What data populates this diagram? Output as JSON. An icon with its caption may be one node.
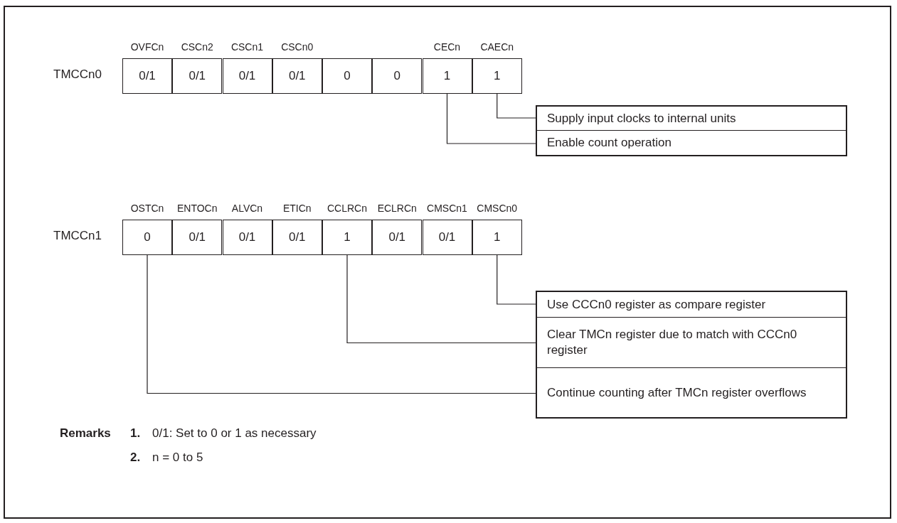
{
  "diagram": {
    "nodes": [
      {
        "text": [
          "OVFCn",
          "0/1"
        ]
      },
      {
        "text": [
          "CSCn2",
          "0/1"
        ]
      },
      {
        "text": [
          "CSCn1",
          "0/1"
        ]
      },
      {
        "text": [
          "CSCn0",
          "0/1"
        ]
      },
      {
        "text": [
          "0"
        ]
      },
      {
        "text": [
          "0"
        ]
      },
      {
        "text": [
          "CECn",
          "1"
        ]
      },
      {
        "text": [
          "CAECn",
          "1"
        ]
      },
      {
        "text": [
          "Supply input clocks to internal units"
        ]
      },
      {
        "text": [
          "Enable count operation"
        ]
      },
      {
        "text": [
          "OSTCn",
          "0"
        ]
      },
      {
        "text": [
          "ENTOCn",
          "0/1"
        ]
      },
      {
        "text": [
          "ALVCn",
          "0/1"
        ]
      },
      {
        "text": [
          "ETICn",
          "0/1"
        ]
      },
      {
        "text": [
          "CCLRCn",
          "1"
        ]
      },
      {
        "text": [
          "ECLRCn",
          "0/1"
        ]
      },
      {
        "text": [
          "CMSCn1",
          "0/1"
        ]
      },
      {
        "text": [
          "CMSCn0",
          "1"
        ]
      },
      {
        "text": [
          "Use CCCn0 register as compare register"
        ]
      },
      {
        "text": [
          "Clear TMCn register due to match with CCCn0 register"
        ]
      },
      {
        "text": [
          "Continue counting after TMCn register overflows"
        ]
      }
    ],
    "edges": [
      {
        "from": 7,
        "to": 8,
        "arrow": "none"
      },
      {
        "from": 6,
        "to": 9,
        "arrow": "none"
      },
      {
        "from": 17,
        "to": 18,
        "arrow": "none"
      },
      {
        "from": 14,
        "to": 19,
        "arrow": "none"
      },
      {
        "from": 10,
        "to": 20,
        "arrow": "none"
      }
    ],
    "labels": [
      "TMCCn0",
      "TMCCn1",
      "Remarks",
      "1.",
      "0/1: Set to 0 or 1 as necessary",
      "2.",
      "n = 0 to 5"
    ]
  }
}
